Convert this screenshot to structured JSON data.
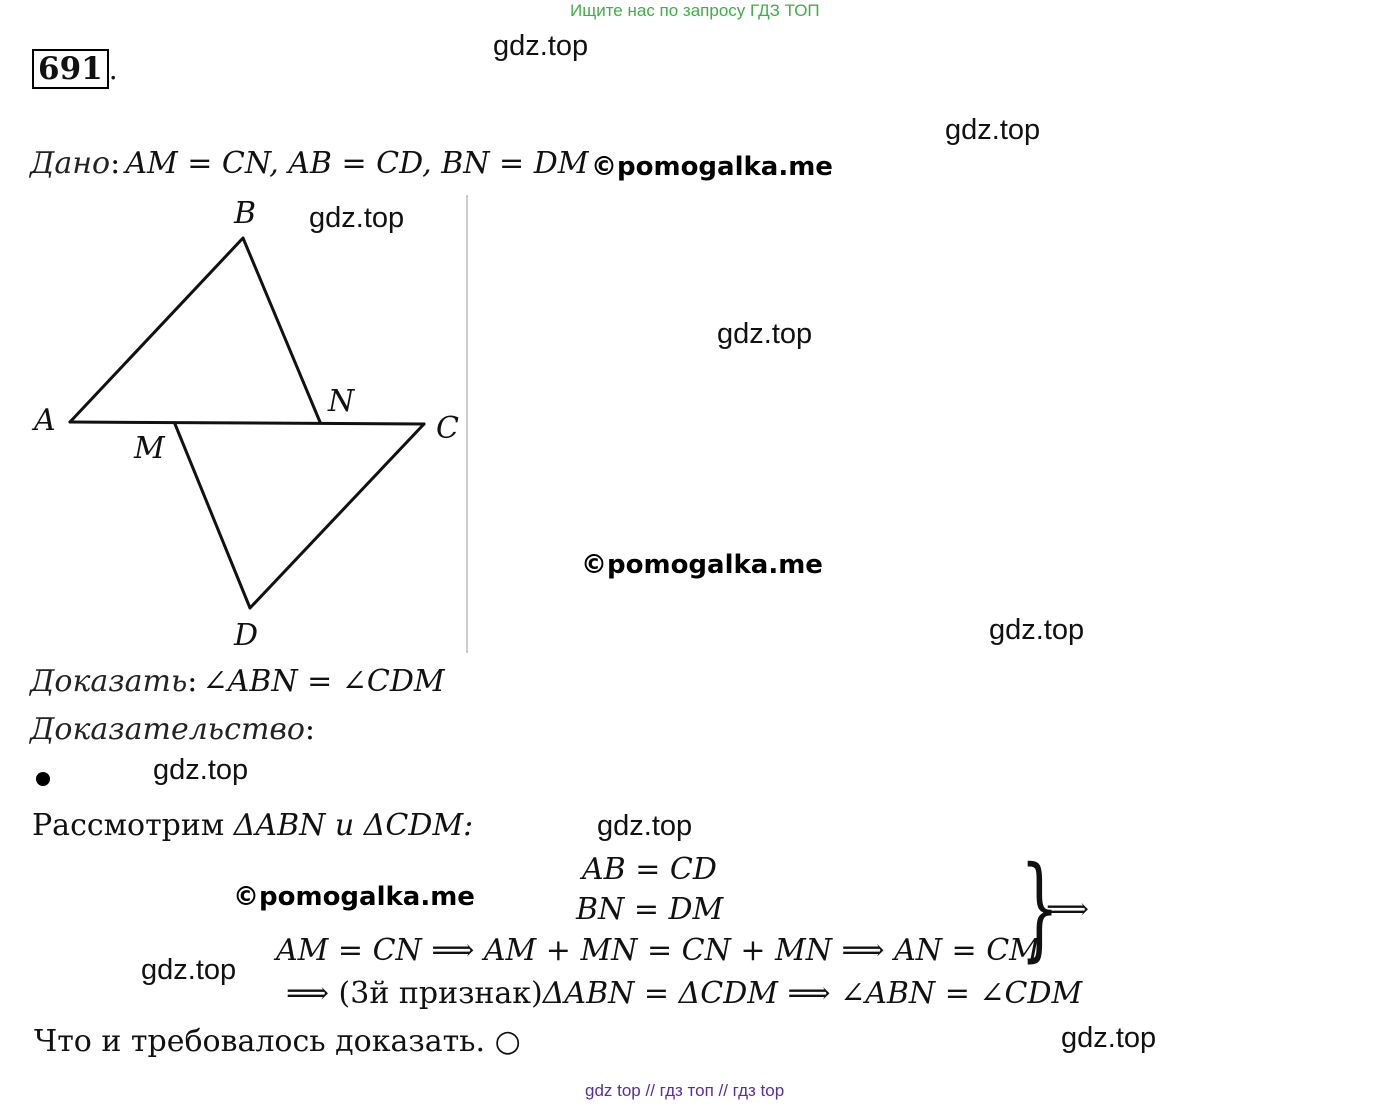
{
  "banner": "Ищите нас по запросу ГДЗ ТОП",
  "problem_number": "691",
  "problem_dot": ".",
  "watermarks": {
    "gdz": "gdz.top",
    "pomogalka": "©pomogalka.me"
  },
  "given": {
    "label": "Дано",
    "colon": ":",
    "content": "AM = CN, AB = CD, BN = DM"
  },
  "figure": {
    "points": {
      "A": "A",
      "B": "B",
      "C": "C",
      "D": "D",
      "M": "M",
      "N": "N"
    }
  },
  "prove": {
    "label": "Доказать",
    "colon": ":",
    "content": "∠ABN = ∠CDM"
  },
  "proof": {
    "label": "Доказательство",
    "colon": ":",
    "consider_text": "Рассмотрим ",
    "consider_math": "ΔABN и ΔCDM:",
    "eq1": "AB = CD",
    "eq2": "BN = DM",
    "eq3": "AM = CN ⟹ AM + MN = CN + MN ⟹ AN = CM",
    "brace": "}",
    "implies": "⟹",
    "conclusion_arrow": "⟹ ",
    "conclusion_text": "(3й признак)",
    "conclusion_math": "ΔABN = ΔCDM ⟹ ∠ABN = ∠CDM",
    "end_text": "Что и требовалось доказать. ○"
  },
  "footer": "gdz top  //  гдз топ  //  гдз top"
}
